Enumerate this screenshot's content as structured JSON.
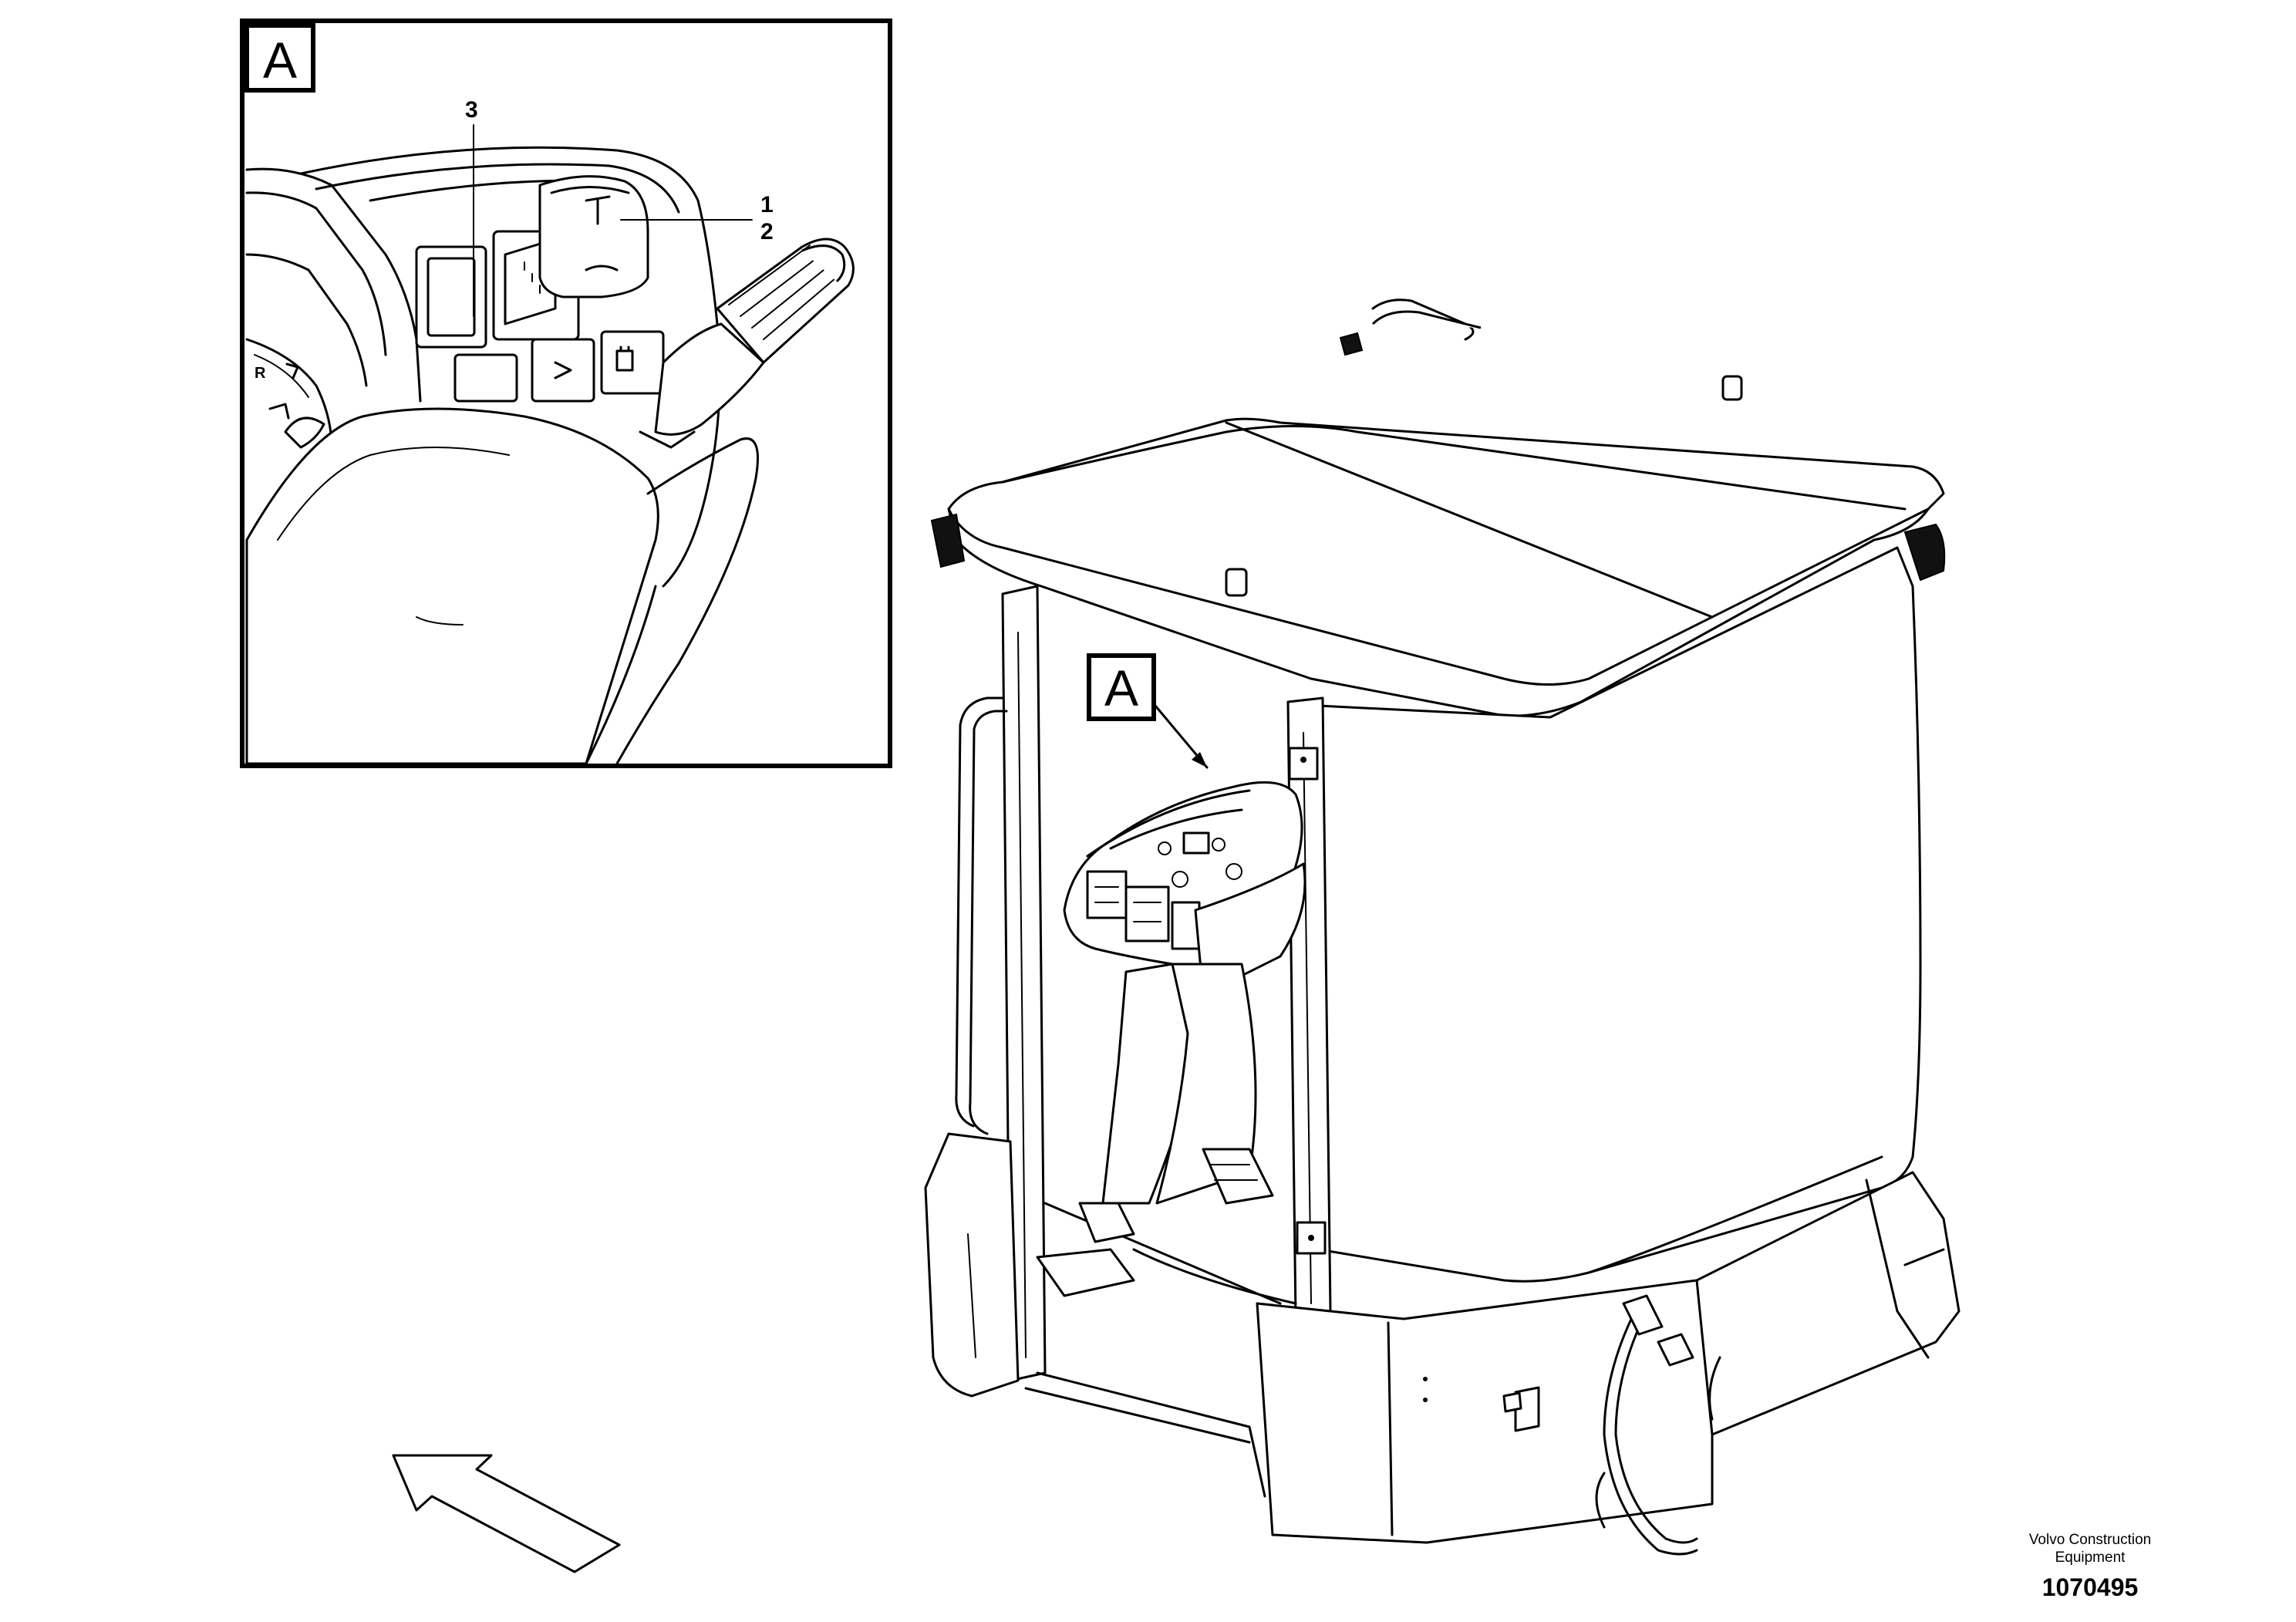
{
  "detail_view": {
    "label": "A",
    "callouts": [
      "1",
      "2",
      "3"
    ]
  },
  "main_view": {
    "detail_marker": "A"
  },
  "title_block": {
    "company_line1": "Volvo Construction",
    "company_line2": "Equipment",
    "drawing_number": "1070495"
  }
}
